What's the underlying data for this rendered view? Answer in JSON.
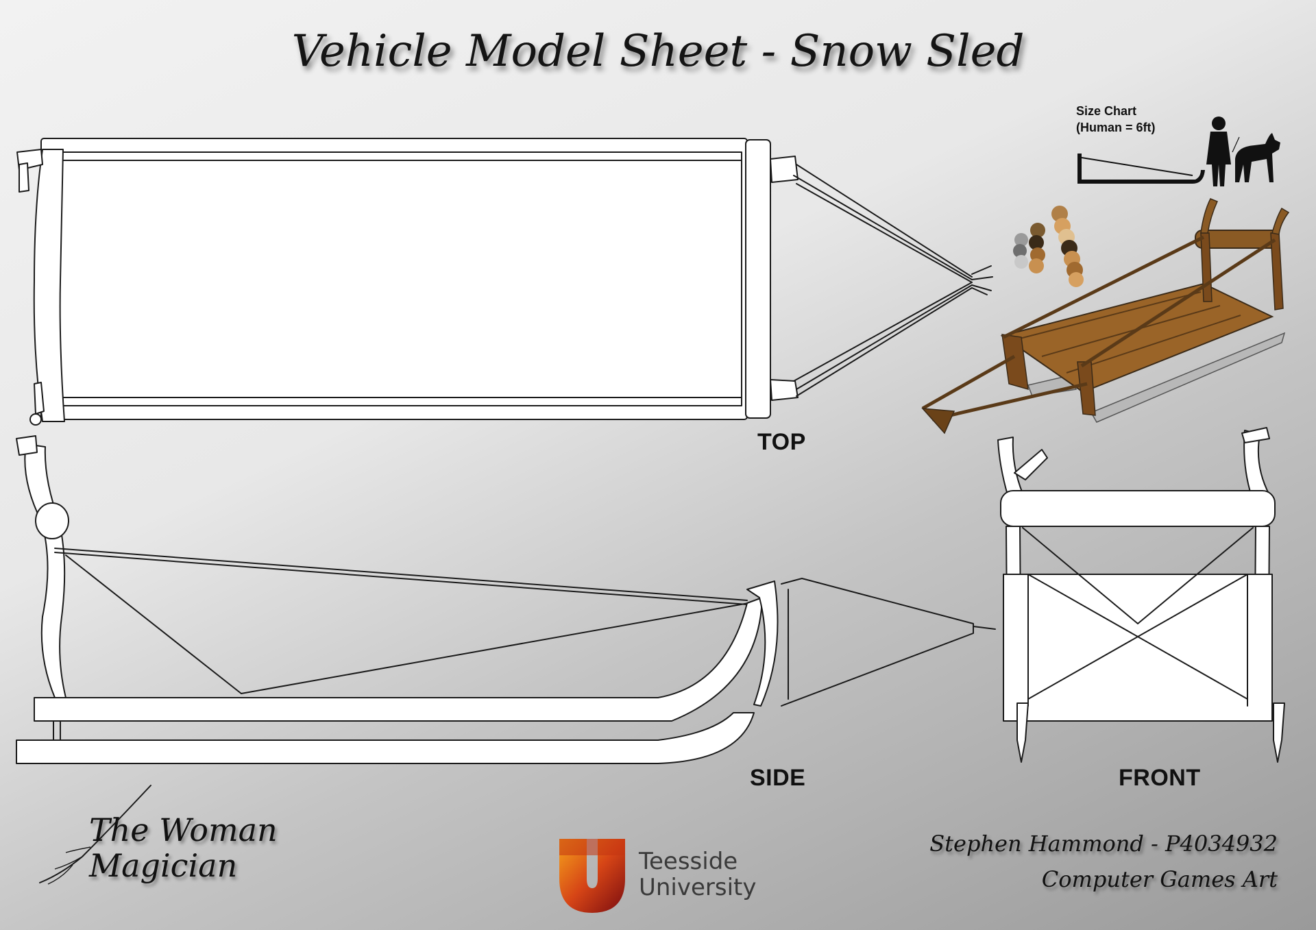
{
  "title": "Vehicle Model Sheet - Snow Sled",
  "views": {
    "top": "TOP",
    "side": "SIDE",
    "front": "FRONT"
  },
  "size_chart": {
    "line1": "Size Chart",
    "line2": "(Human = 6ft)"
  },
  "brand": {
    "line1": "The Woman",
    "line2": "Magician"
  },
  "university": {
    "line1": "Teesside",
    "line2": "University"
  },
  "credit": {
    "line1": "Stephen Hammond - P4034932",
    "line2": "Computer Games Art"
  },
  "palette": [
    "#9a9a9a",
    "#6e6e6e",
    "#c8c8c8",
    "#7a5a30",
    "#b08048",
    "#e0c090",
    "#d6a060",
    "#3a2a18",
    "#c89050",
    "#a06a30"
  ],
  "colors": {
    "ink": "#1a1a1a",
    "wood": "#9a6428",
    "runner": "#b8b8b8"
  }
}
